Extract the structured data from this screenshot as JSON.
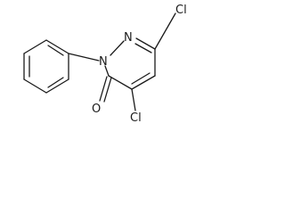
{
  "molecule": {
    "atoms": {
      "cl_top": "Cl",
      "cl_bottom": "Cl",
      "n_imine": "N",
      "n_amide": "N",
      "o_carbonyl": "O"
    }
  }
}
